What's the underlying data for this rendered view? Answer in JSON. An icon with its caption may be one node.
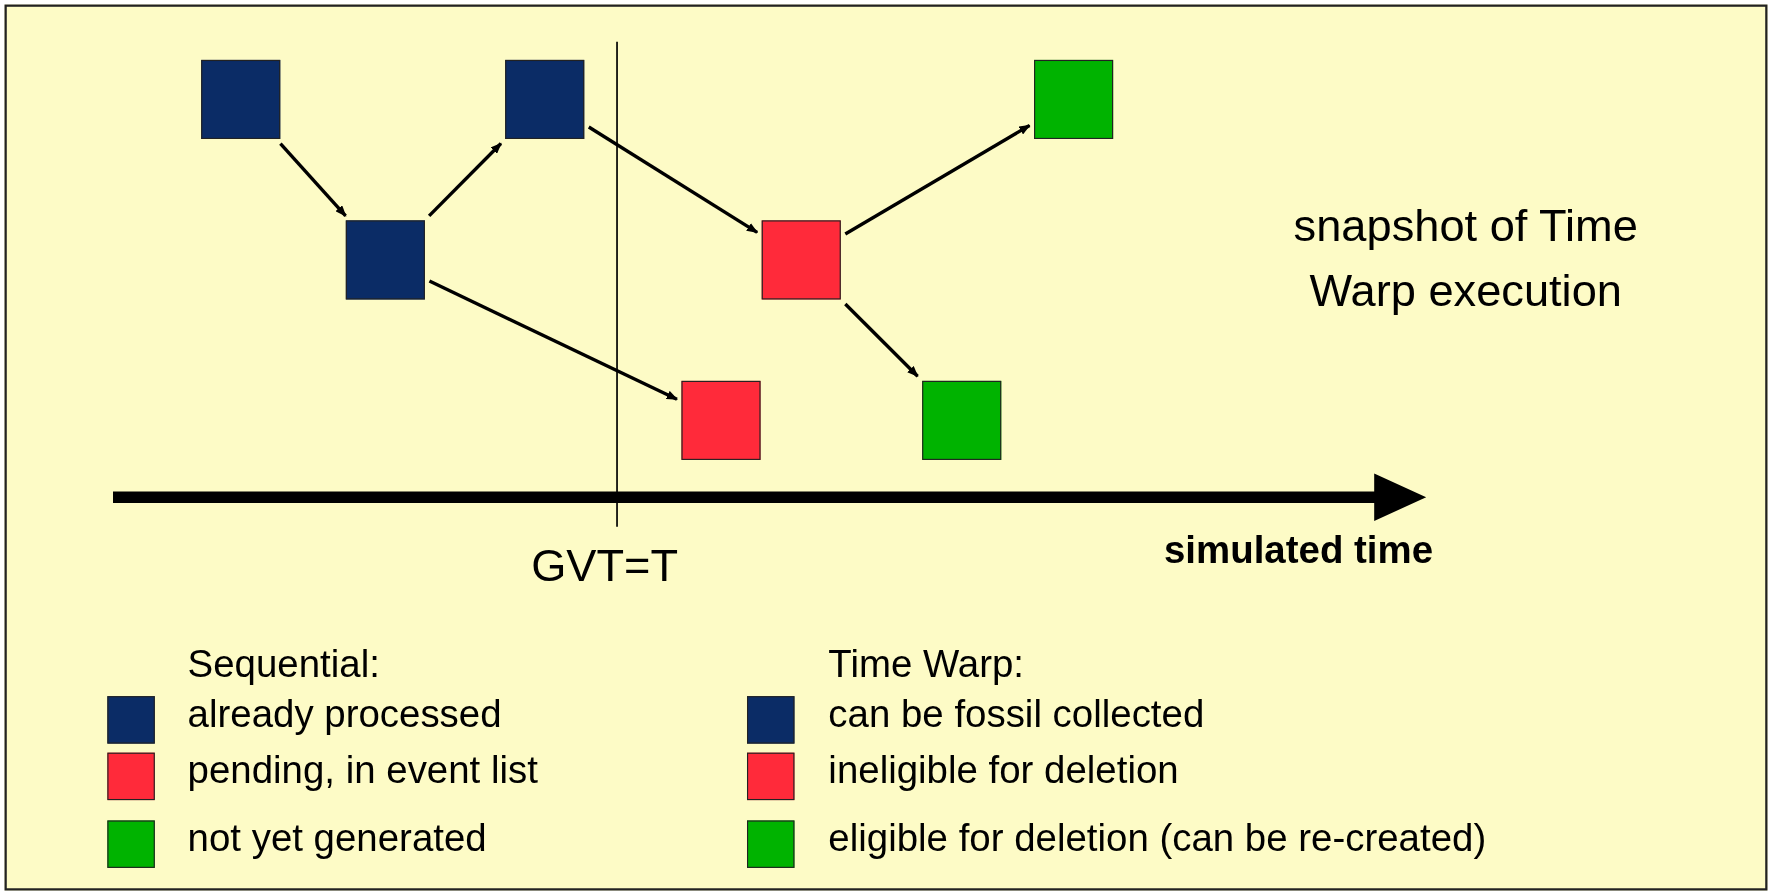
{
  "diagram": {
    "nodes": [
      {
        "text": [],
        "shape": "box"
      },
      {
        "text": [],
        "shape": "box"
      },
      {
        "text": [],
        "shape": "box"
      },
      {
        "text": [],
        "shape": "box"
      },
      {
        "text": [],
        "shape": "box"
      },
      {
        "text": [],
        "shape": "box"
      },
      {
        "text": [],
        "shape": "box"
      }
    ],
    "edges": [
      {
        "from": 0,
        "to": 1,
        "arrow": "to"
      },
      {
        "from": 1,
        "to": 2,
        "arrow": "to"
      },
      {
        "from": 1,
        "to": 3,
        "arrow": "to"
      },
      {
        "from": 2,
        "to": 4,
        "arrow": "to"
      },
      {
        "from": 4,
        "to": 6,
        "arrow": "to"
      },
      {
        "from": 4,
        "to": 5,
        "arrow": "to"
      }
    ],
    "labels": [
      "snapshot of Time Warp execution",
      "simulated time",
      "GVT=T",
      "Sequential:",
      "Time Warp:"
    ],
    "legend": [
      {
        "text": "already processed",
        "color": "#0b2c66"
      },
      {
        "text": "pending, in event list",
        "color": "#ff2a3a"
      },
      {
        "text": "not yet generated",
        "color": "#00b300"
      },
      {
        "text": "can be fossil collected",
        "color": "#0b2c66"
      },
      {
        "text": "ineligible for deletion",
        "color": "#ff2a3a"
      },
      {
        "text": "eligible for deletion (can be re-created)",
        "color": "#00b300"
      }
    ]
  }
}
